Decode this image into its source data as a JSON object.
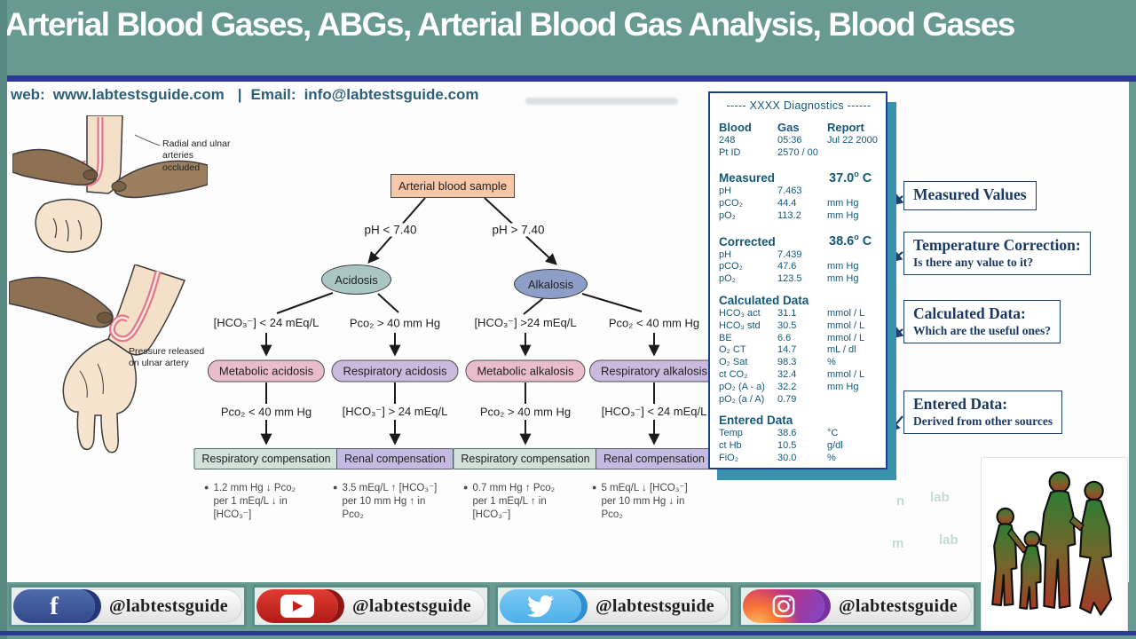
{
  "title": "Arterial Blood Gases, ABGs, Arterial Blood Gas Analysis, Blood Gases",
  "contact": {
    "web_label": "web:",
    "web": "www.labtestsguide.com",
    "divider": "|",
    "email_label": "Email:",
    "email": "info@labtestsguide.com"
  },
  "illustrations": {
    "top_caption": "Radial and ulnar arteries occluded",
    "bottom_caption": "Pressure released on ulnar artery"
  },
  "flowchart": {
    "root": "Arterial blood sample",
    "ph_left": "pH < 7.40",
    "ph_right": "pH > 7.40",
    "acidosis": "Acidosis",
    "alkalosis": "Alkalosis",
    "columns": [
      {
        "condition1": "[HCO₃⁻] < 24 mEq/L",
        "diagnosis": "Metabolic acidosis",
        "condition2": "Pco₂ < 40 mm Hg",
        "compensation": "Respiratory compensation",
        "note": [
          "1.2 mm Hg ↓ Pco₂",
          "per 1 mEq/L ↓ in",
          "[HCO₃⁻]"
        ]
      },
      {
        "condition1": "Pco₂ > 40 mm Hg",
        "diagnosis": "Respiratory acidosis",
        "condition2": "[HCO₃⁻] > 24 mEq/L",
        "compensation": "Renal compensation",
        "note": [
          "3.5 mEq/L ↑ [HCO₃⁻]",
          "per 10 mm Hg ↑ in",
          "Pco₂"
        ]
      },
      {
        "condition1": "[HCO₃⁻] >24 mEq/L",
        "diagnosis": "Metabolic alkalosis",
        "condition2": "Pco₂ > 40 mm Hg",
        "compensation": "Respiratory compensation",
        "note": [
          "0.7 mm Hg ↑ Pco₂",
          "per 1 mEq/L ↑ in",
          "[HCO₃⁻]"
        ]
      },
      {
        "condition1": "Pco₂ < 40 mm Hg",
        "diagnosis": "Respiratory alkalosis",
        "condition2": "[HCO₃⁻] < 24 mEq/L",
        "compensation": "Renal compensation",
        "note": [
          "5 mEq/L ↓ [HCO₃⁻]",
          "per 10 mm Hg ↓ in",
          "Pco₂"
        ]
      }
    ]
  },
  "report": {
    "header": "----- XXXX Diagnostics ------",
    "col_headers": [
      "Blood",
      "Gas",
      "Report"
    ],
    "info_rows": [
      [
        "248",
        "05:36",
        "Jul 22 2000"
      ],
      [
        "Pt ID",
        "2570 / 00",
        ""
      ]
    ],
    "sections": [
      {
        "title": "Measured",
        "temp": "37.0",
        "temp_unit": "C",
        "rows": [
          [
            "pH",
            "7.463",
            ""
          ],
          [
            "pCO₂",
            "44.4",
            "mm Hg"
          ],
          [
            "pO₂",
            "113.2",
            "mm Hg"
          ]
        ]
      },
      {
        "title": "Corrected",
        "temp": "38.6",
        "temp_unit": "C",
        "rows": [
          [
            "pH",
            "7.439",
            ""
          ],
          [
            "pCO₂",
            "47.6",
            "mm Hg"
          ],
          [
            "pO₂",
            "123.5",
            "mm Hg"
          ]
        ]
      },
      {
        "title": "Calculated Data",
        "temp": "",
        "temp_unit": "",
        "rows": [
          [
            "HCO₃ act",
            "31.1",
            "mmol / L"
          ],
          [
            "HCO₃ std",
            "30.5",
            "mmol / L"
          ],
          [
            "BE",
            "6.6",
            "mmol / L"
          ],
          [
            "O₂ CT",
            "14.7",
            "mL / dl"
          ],
          [
            "O₂ Sat",
            "98.3",
            "%"
          ],
          [
            "ct CO₂",
            "32.4",
            "mmol / L"
          ],
          [
            "pO₂ (A - a)",
            "32.2",
            "mm Hg"
          ],
          [
            "pO₂ (a / A)",
            "0.79",
            ""
          ]
        ]
      },
      {
        "title": "Entered Data",
        "temp": "",
        "temp_unit": "",
        "rows": [
          [
            "Temp",
            "38.6",
            "°C"
          ],
          [
            "ct Hb",
            "10.5",
            "g/dl"
          ],
          [
            "FiO₂",
            "30.0",
            "%"
          ]
        ]
      }
    ]
  },
  "callouts": [
    {
      "title": "Measured Values",
      "subtitle": ""
    },
    {
      "title": "Temperature Correction:",
      "subtitle": "Is there any value to it?"
    },
    {
      "title": "Calculated Data:",
      "subtitle": "Which are the useful ones?"
    },
    {
      "title": "Entered Data:",
      "subtitle": "Derived from other sources"
    }
  ],
  "watermark": {
    "fragments": [
      "n",
      "lab",
      "m",
      "lab"
    ]
  },
  "social": [
    {
      "network": "facebook",
      "handle": "@labtestsguide"
    },
    {
      "network": "youtube",
      "handle": "@labtestsguide"
    },
    {
      "network": "twitter",
      "handle": "@labtestsguide"
    },
    {
      "network": "instagram",
      "handle": "@labtestsguide"
    }
  ],
  "colors": {
    "frame_teal": "#699a92",
    "navy_line": "#2d3a94",
    "report_text": "#135978",
    "report_shadow": "#3892ad",
    "callout_navy": "#1d3f6b",
    "sample_box": "#f6c8a8",
    "acidosis_ellipse": "#a9c6c5",
    "alkalosis_ellipse": "#8d9ec9",
    "metabolic_box": "#e9bdcb",
    "respiratory_box": "#c9bade",
    "facebook_blue": "#3b5998",
    "youtube_red": "#cd201f",
    "twitter_blue": "#5bc2f4",
    "instagram_magenta": "#c13584"
  }
}
